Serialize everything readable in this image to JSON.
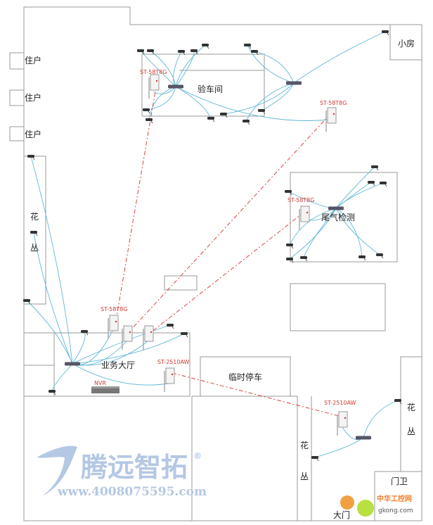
{
  "rooms": {
    "residence_1": "住户",
    "residence_2": "住户",
    "residence_3": "住户",
    "inspection_hall": "验车间",
    "small_room": "小房",
    "emission_test": "尾气检测",
    "flower_bed_left_1": "花",
    "flower_bed_left_2": "丛",
    "business_hall": "业务大厅",
    "temp_parking": "临时停车",
    "flower_bed_mid_1": "花",
    "flower_bed_mid_2": "丛",
    "flower_bed_right_1": "花",
    "flower_bed_right_2": "丛",
    "gatehouse": "门卫",
    "main_gate": "大门"
  },
  "devices": {
    "ap_inspection": "ST-58T8G",
    "ap_small_room": "ST-58T8G",
    "ap_emission": "ST-58T8G",
    "ap_hall": "ST-58T8G",
    "ap_hall_bridge": "ST-2510AW",
    "ap_gate_bridge": "ST-2510AW",
    "nvr": "NVR"
  },
  "watermark": {
    "brand": "腾远智拓",
    "registered": "®",
    "url": "www.4008075595.com",
    "corner_logo_cn": "中华工控网",
    "corner_logo_url": "gkong.com"
  },
  "colors": {
    "cable": "#5fb7d6",
    "wireless_link": "#d9453d",
    "wall": "#9a9a9a"
  }
}
